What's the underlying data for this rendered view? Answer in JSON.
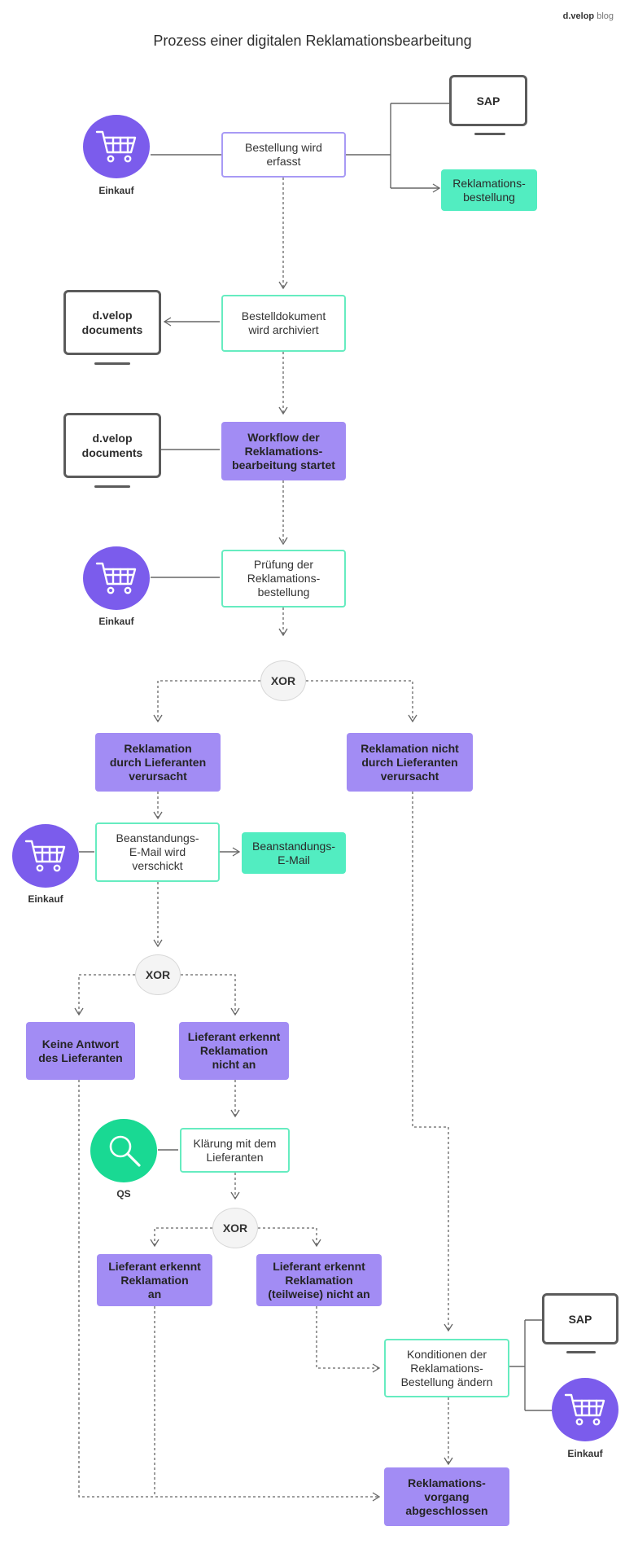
{
  "brand": {
    "name": "d.velop",
    "suffix": "blog"
  },
  "title": "Prozess einer digitalen Reklamationsbearbeitung",
  "nodes": {
    "bestellung": "Bestellung wird\nerfasst",
    "reklamations_bestellung": "Reklamations-\nbestellung",
    "bestelldokument": "Bestelldokument\nwird archiviert",
    "workflow": "Workflow der\nReklamations-\nbearbeitung startet",
    "pruefung": "Prüfung der\nReklamations-\nbestellung",
    "durch_lieferanten": "Reklamation\ndurch Lieferanten\nverursacht",
    "nicht_durch_lieferanten": "Reklamation nicht\ndurch Lieferanten\nverursacht",
    "beanstandungs_mail": "Beanstandungs-\nE-Mail wird\nverschickt",
    "beanstandungs_email_doc": "Beanstandungs-\nE-Mail",
    "keine_antwort": "Keine Antwort\ndes Lieferanten",
    "erkennt_nicht_an": "Lieferant erkennt\nReklamation\nnicht an",
    "klaerung": "Klärung mit dem\nLieferanten",
    "erkennt_an": "Lieferant erkennt\nReklamation\nan",
    "erkennt_teilweise_nicht_an": "Lieferant erkennt\nReklamation\n(teilweise) nicht an",
    "konditionen": "Konditionen der\nReklamations-\nBestellung ändern",
    "abgeschlossen": "Reklamations-\nvorgang\nabgeschlossen"
  },
  "xor_label": "XOR",
  "systems": {
    "sap_top": "SAP",
    "dvelop_1": "d.velop\ndocuments",
    "dvelop_2": "d.velop\ndocuments",
    "sap_bottom": "SAP"
  },
  "roles": {
    "einkauf_1": "Einkauf",
    "einkauf_2": "Einkauf",
    "einkauf_3": "Einkauf",
    "qs": "QS",
    "einkauf_4": "Einkauf"
  },
  "icons": {
    "cart": "shopping-cart-icon",
    "search": "magnifier-icon"
  },
  "colors": {
    "violet_fill": "#a28cf4",
    "violet_outline": "#a89af5",
    "mint_fill": "#52edc1",
    "mint_outline": "#66ecc0",
    "role_violet": "#7b5cec",
    "role_green": "#19d993",
    "connector": "#666666"
  }
}
